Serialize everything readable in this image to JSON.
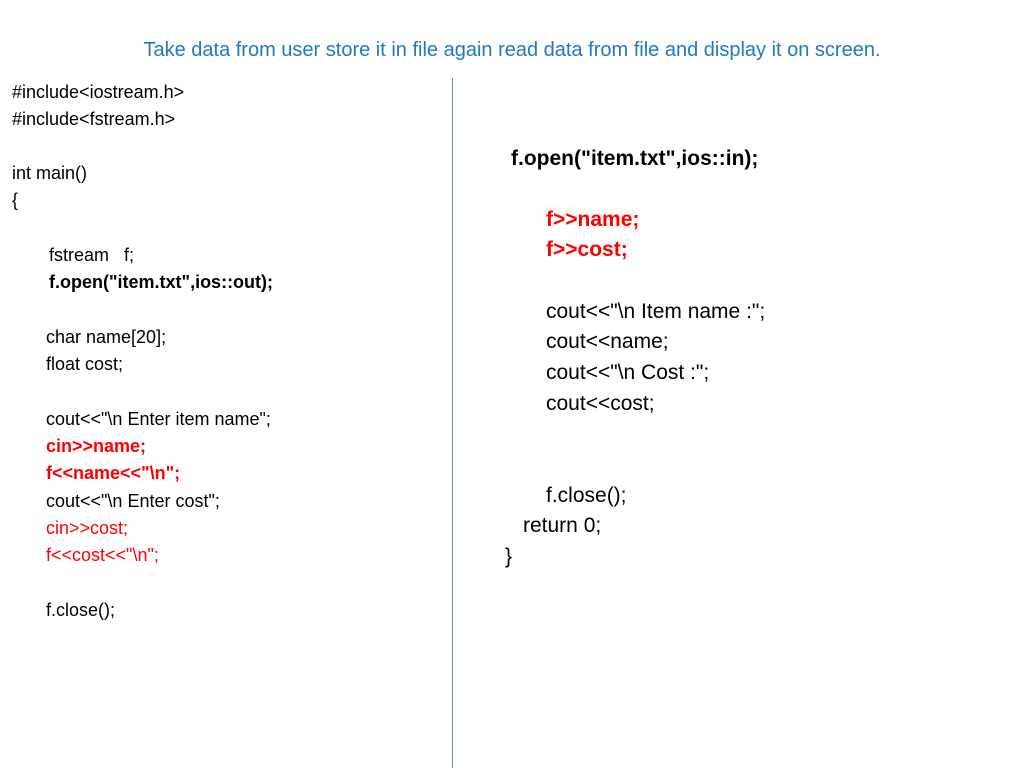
{
  "title": "Take data from user store it in file again read data from file and display it on screen.",
  "colors": {
    "title": "#1f78c8",
    "highlight": "#ff0000",
    "text": "#000000",
    "divider": "#5a8fc4"
  },
  "left_code": [
    "#include<iostream.h>",
    "#include<fstream.h>",
    "int main()",
    "{",
    "fstream   f;",
    "f.open(\"item.txt\",ios::out);",
    "char name[20];",
    "float cost;",
    "cout<<\"\\n Enter item name\";",
    "cin>>name;",
    "f<<name<<\"\\n\";",
    "cout<<\"\\n Enter cost\";",
    "cin>>cost;",
    "f<<cost<<\"\\n\";",
    "f.close();"
  ],
  "right_code": [
    "f.open(\"item.txt\",ios::in);",
    "f>>name;",
    "f>>cost;",
    "cout<<\"\\n Item name :\";",
    "cout<<name;",
    "cout<<\"\\n Cost :\";",
    "cout<<cost;",
    "f.close();",
    "return 0;",
    "}"
  ]
}
